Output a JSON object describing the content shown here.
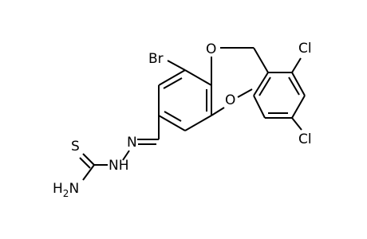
{
  "atoms": {
    "br": "Br",
    "o_ether": "O",
    "o_methoxy": "O",
    "cl_top": "Cl",
    "cl_bottom": "Cl",
    "n_imine": "N",
    "nh": "NH",
    "s": "S",
    "h2n": "H2N"
  }
}
